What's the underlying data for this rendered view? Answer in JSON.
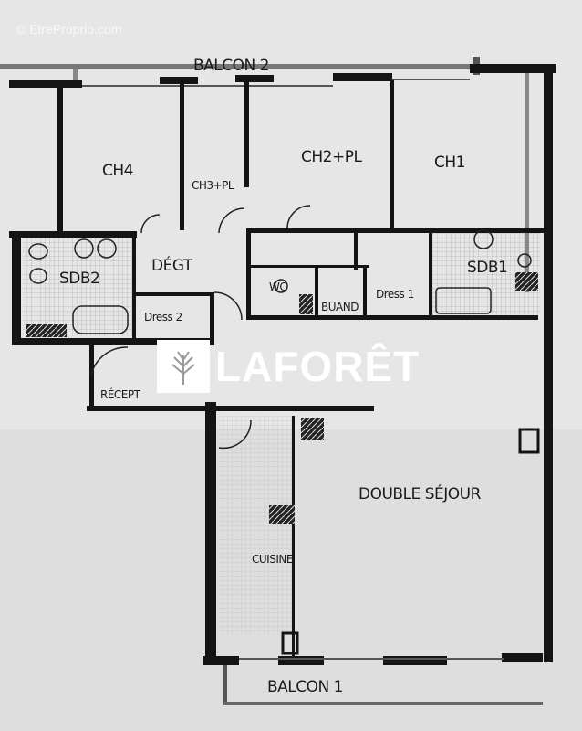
{
  "watermark": "© EtreProprio.com",
  "logo": {
    "text": "LAFORÊT",
    "icon": "tree-icon"
  },
  "rooms": {
    "balcon2": "BALCON 2",
    "ch4": "CH4",
    "ch3": "CH3+PL",
    "ch2": "CH2+PL",
    "ch1": "CH1",
    "degt": "DÉGT",
    "sdb2": "SDB2",
    "dress2": "Dress 2",
    "wc": "WC",
    "buand": "BUAND",
    "dress1": "Dress 1",
    "sdb1": "SDB1",
    "recept": "RÉCEPT",
    "sejour": "DOUBLE SÉJOUR",
    "cuisine": "CUISINE",
    "balcon1": "BALCON 1"
  },
  "colors": {
    "paper": "#e6e6e6",
    "wall": "#141414",
    "logo": "#ffffff"
  }
}
